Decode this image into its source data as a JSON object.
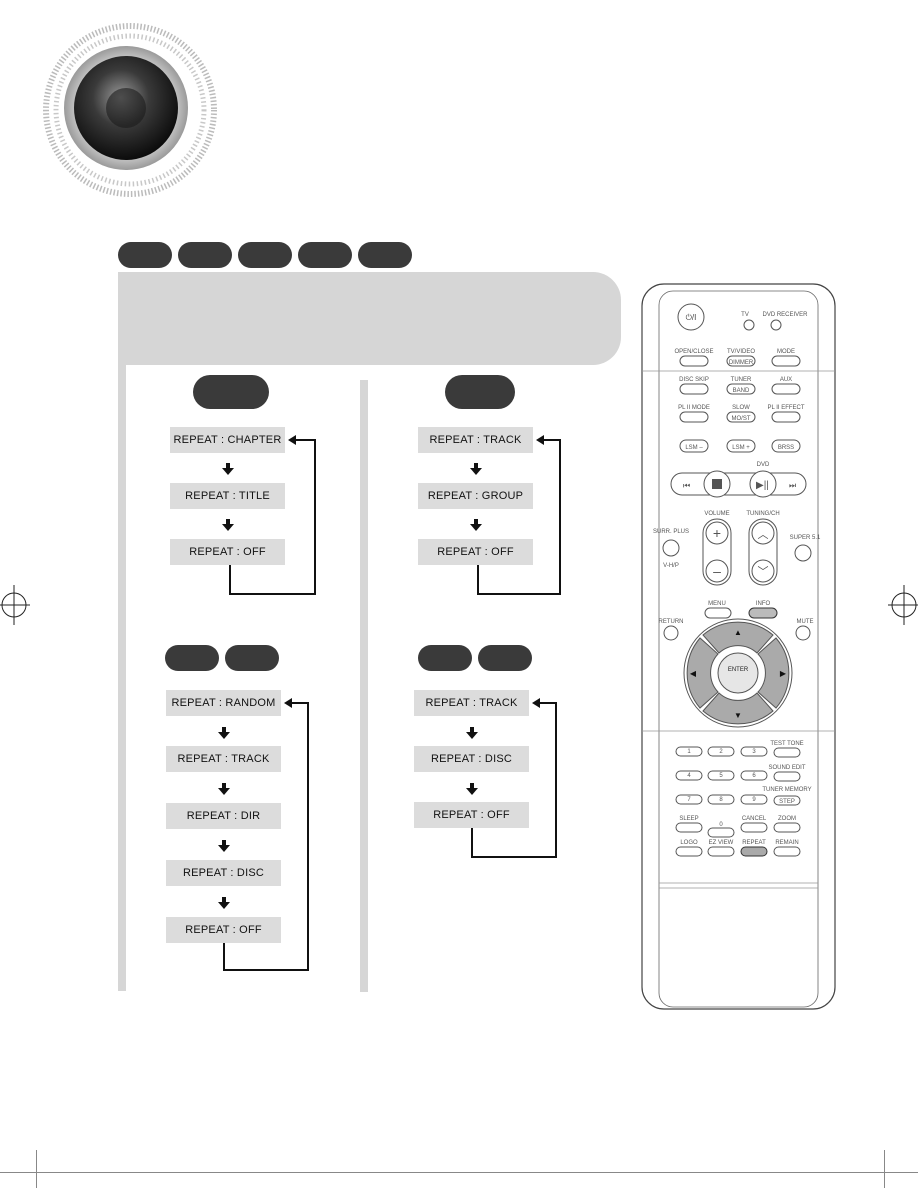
{
  "sections": {
    "dvd": {
      "steps": [
        "REPEAT : CHAPTER",
        "REPEAT : TITLE",
        "REPEAT : OFF"
      ]
    },
    "dvd_audio": {
      "steps": [
        "REPEAT : TRACK",
        "REPEAT : GROUP",
        "REPEAT : OFF"
      ]
    },
    "mp3_jpeg": {
      "steps": [
        "REPEAT : RANDOM",
        "REPEAT : TRACK",
        "REPEAT : DIR",
        "REPEAT : DISC",
        "REPEAT : OFF"
      ]
    },
    "vcd_cd": {
      "steps": [
        "REPEAT : TRACK",
        "REPEAT : DISC",
        "REPEAT : OFF"
      ]
    }
  },
  "remote": {
    "top_labels": {
      "tv": "TV",
      "dvd_receiver": "DVD RECEIVER"
    },
    "row1": [
      "OPEN/CLOSE",
      "TV/VIDEO",
      "MODE"
    ],
    "row1_sub": [
      "",
      "DIMMER",
      ""
    ],
    "row2": [
      "DISC SKIP",
      "TUNER",
      "AUX"
    ],
    "row2_sub": [
      "",
      "BAND",
      ""
    ],
    "row3": [
      "PL II MODE",
      "SLOW",
      "PL II EFFECT"
    ],
    "row3_sub": [
      "",
      "MO/ST",
      ""
    ],
    "row4": [
      "LSM –",
      "LSM +",
      "BRSS"
    ],
    "dvd_label": "DVD",
    "volume": "VOLUME",
    "tuning": "TUNING/CH",
    "surr_plus": "SURR. PLUS",
    "vhp": "V-H/P",
    "super_51": "SUPER 5.1",
    "menu": "MENU",
    "info": "INFO",
    "return": "RETURN",
    "mute": "MUTE",
    "enter": "ENTER",
    "numpad": [
      [
        "1",
        "2",
        "3",
        "TEST TONE"
      ],
      [
        "4",
        "5",
        "6",
        "SOUND EDIT"
      ],
      [
        "7",
        "8",
        "9",
        "TUNER MEMORY"
      ],
      [
        "SLEEP",
        "0",
        "CANCEL",
        "ZOOM"
      ],
      [
        "LOGO",
        "EZ VIEW",
        "REPEAT",
        "REMAIN"
      ]
    ],
    "step_label": "STEP"
  }
}
